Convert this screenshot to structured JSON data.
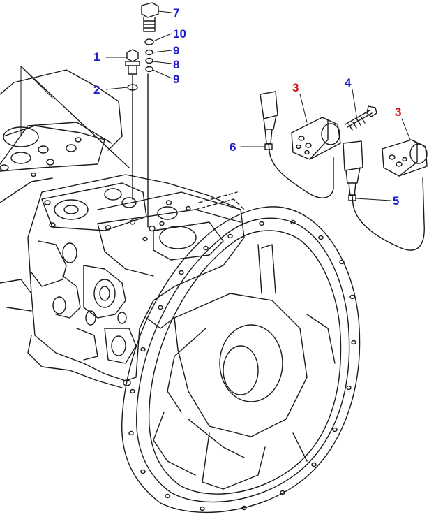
{
  "colors": {
    "line": "#1a1a1a",
    "callout_blue": "#1c1ccc",
    "callout_red": "#d81414"
  },
  "callouts": [
    {
      "id": "c7",
      "label": "7",
      "color": "blue"
    },
    {
      "id": "c10",
      "label": "10",
      "color": "blue"
    },
    {
      "id": "c1",
      "label": "1",
      "color": "blue"
    },
    {
      "id": "c9a",
      "label": "9",
      "color": "blue"
    },
    {
      "id": "c8",
      "label": "8",
      "color": "blue"
    },
    {
      "id": "c9b",
      "label": "9",
      "color": "blue"
    },
    {
      "id": "c2",
      "label": "2",
      "color": "blue"
    },
    {
      "id": "c3a",
      "label": "3",
      "color": "red"
    },
    {
      "id": "c4",
      "label": "4",
      "color": "blue"
    },
    {
      "id": "c3b",
      "label": "3",
      "color": "red"
    },
    {
      "id": "c6",
      "label": "6",
      "color": "blue"
    },
    {
      "id": "c5",
      "label": "5",
      "color": "blue"
    }
  ]
}
